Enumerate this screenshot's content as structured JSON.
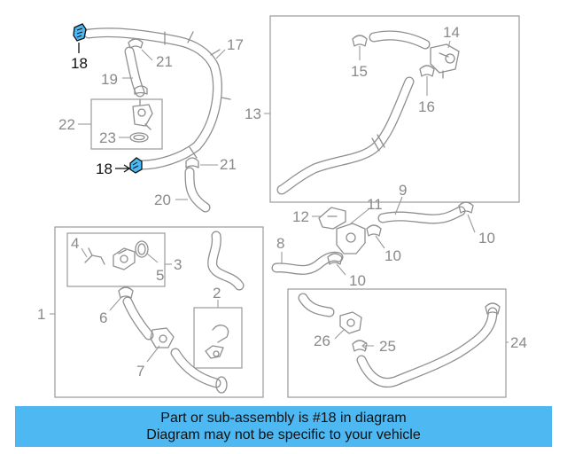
{
  "highlight_color": "#4db8f2",
  "callouts": {
    "c1": "1",
    "c2": "2",
    "c3": "3",
    "c4": "4",
    "c5": "5",
    "c6": "6",
    "c7": "7",
    "c8": "8",
    "c9": "9",
    "c10a": "10",
    "c10b": "10",
    "c10c": "10",
    "c11": "11",
    "c12": "12",
    "c13": "13",
    "c14": "14",
    "c15": "15",
    "c16": "16",
    "c17": "17",
    "c18a": "18",
    "c18b": "18",
    "c19": "19",
    "c20": "20",
    "c21a": "21",
    "c21b": "21",
    "c22": "22",
    "c23": "23",
    "c24": "24",
    "c25": "25",
    "c26": "26"
  },
  "banner": {
    "line1": "Part or sub-assembly is #18 in diagram",
    "line2": "Diagram may not be specific to your vehicle"
  }
}
